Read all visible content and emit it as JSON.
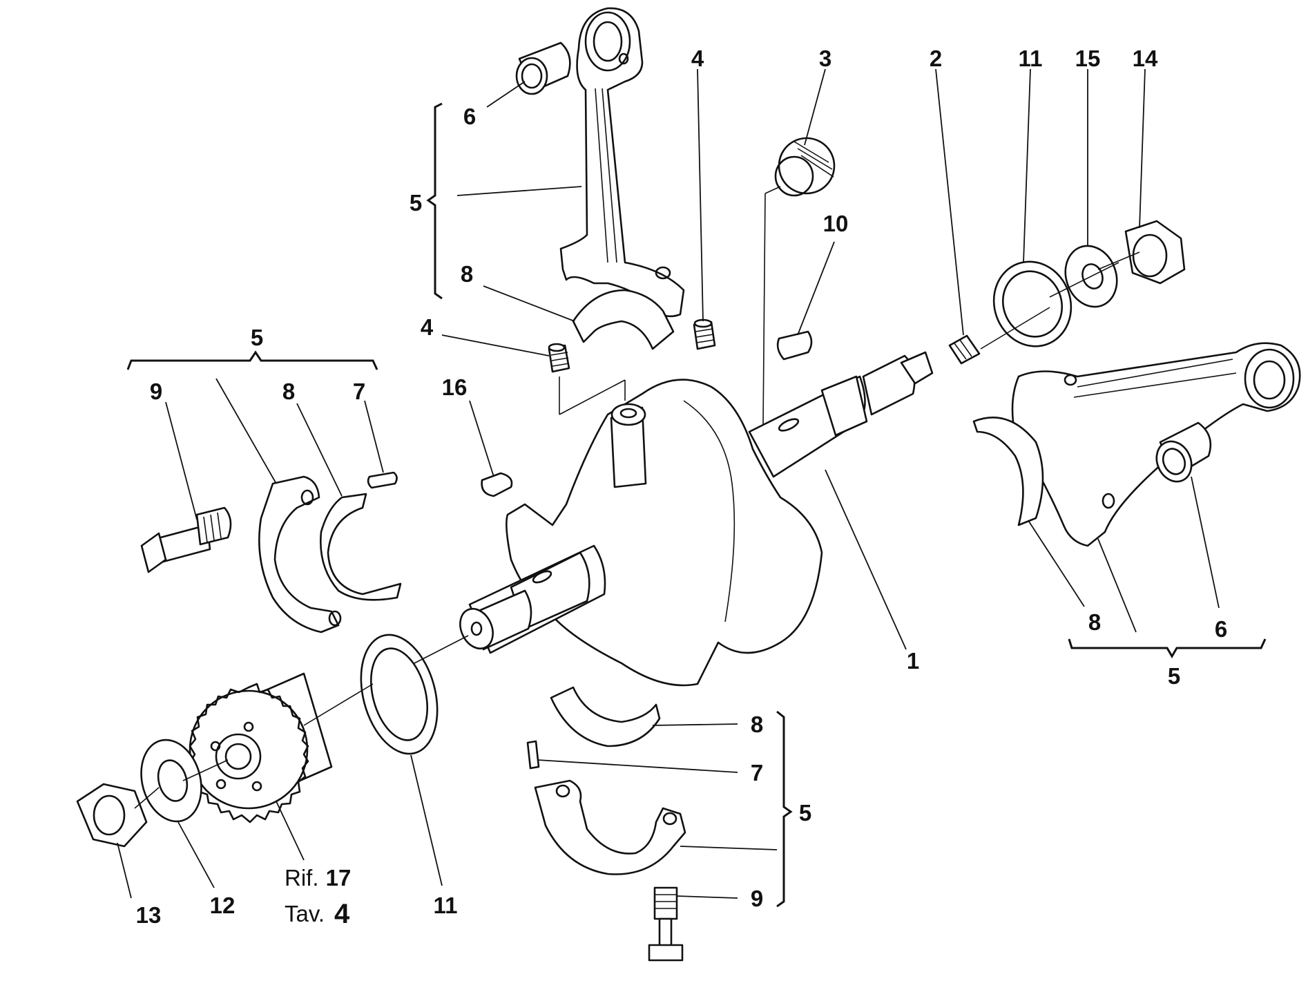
{
  "callouts": [
    {
      "id": "c-6-top",
      "text": "6"
    },
    {
      "id": "c-5-top",
      "text": "5"
    },
    {
      "id": "c-8-top",
      "text": "8"
    },
    {
      "id": "c-4-a",
      "text": "4"
    },
    {
      "id": "c-4-b",
      "text": "4"
    },
    {
      "id": "c-3",
      "text": "3"
    },
    {
      "id": "c-10",
      "text": "10"
    },
    {
      "id": "c-2",
      "text": "2"
    },
    {
      "id": "c-11-top",
      "text": "11"
    },
    {
      "id": "c-15",
      "text": "15"
    },
    {
      "id": "c-14",
      "text": "14"
    },
    {
      "id": "c-5-left",
      "text": "5"
    },
    {
      "id": "c-9-left",
      "text": "9"
    },
    {
      "id": "c-8-left",
      "text": "8"
    },
    {
      "id": "c-7-left",
      "text": "7"
    },
    {
      "id": "c-16",
      "text": "16"
    },
    {
      "id": "c-1",
      "text": "1"
    },
    {
      "id": "c-8-right",
      "text": "8"
    },
    {
      "id": "c-6-right",
      "text": "6"
    },
    {
      "id": "c-5-right",
      "text": "5"
    },
    {
      "id": "c-8-bottom",
      "text": "8"
    },
    {
      "id": "c-7-bottom",
      "text": "7"
    },
    {
      "id": "c-5-bottom",
      "text": "5"
    },
    {
      "id": "c-9-bottom",
      "text": "9"
    },
    {
      "id": "c-13",
      "text": "13"
    },
    {
      "id": "c-12",
      "text": "12"
    },
    {
      "id": "c-11-bottom",
      "text": "11"
    }
  ],
  "reference": {
    "rif_label": "Rif.",
    "rif_number": "17",
    "tav_label": "Tav.",
    "tav_number": "4"
  },
  "colors": {
    "line": "#111111",
    "background": "#ffffff"
  }
}
